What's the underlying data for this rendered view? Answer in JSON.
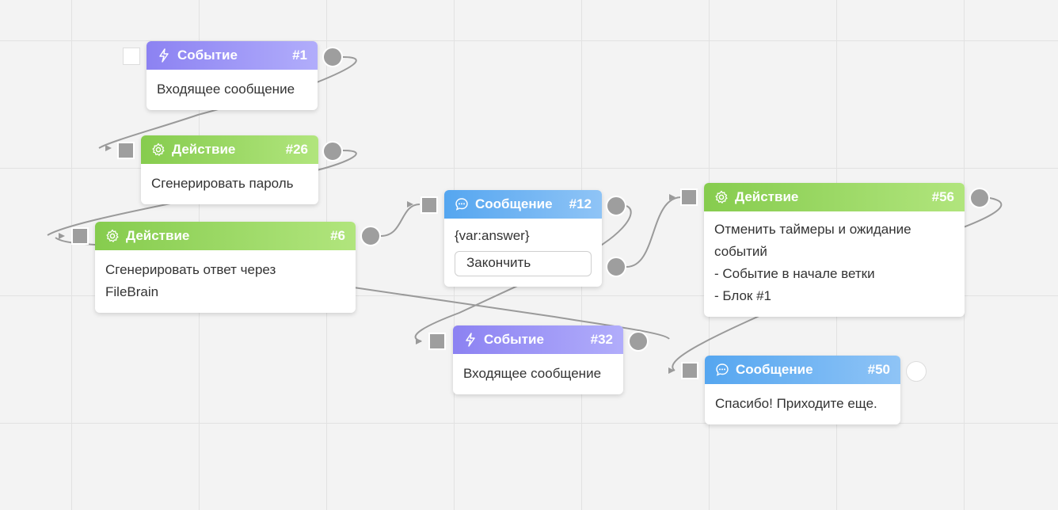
{
  "nodes": {
    "n1": {
      "title": "Событие",
      "num": "#1",
      "body": "Входящее сообщение"
    },
    "n26": {
      "title": "Действие",
      "num": "#26",
      "body": "Сгенерировать пароль"
    },
    "n6": {
      "title": "Действие",
      "num": "#6",
      "body": "Сгенерировать ответ через FileBrain"
    },
    "n12": {
      "title": "Сообщение",
      "num": "#12",
      "body": "{var:answer}",
      "button": "Закончить"
    },
    "n32": {
      "title": "Событие",
      "num": "#32",
      "body": "Входящее сообщение"
    },
    "n56": {
      "title": "Действие",
      "num": "#56",
      "lines": [
        "Отменить таймеры и ожидание событий",
        "- Событие в начале ветки",
        "- Блок #1"
      ]
    },
    "n50": {
      "title": "Сообщение",
      "num": "#50",
      "body": "Спасибо! Приходите еще."
    }
  },
  "colors": {
    "event": "#8c82f2",
    "action": "#86cc4e",
    "message": "#55a6f0",
    "wire": "#9e9e9e",
    "canvas": "#f3f3f3"
  }
}
